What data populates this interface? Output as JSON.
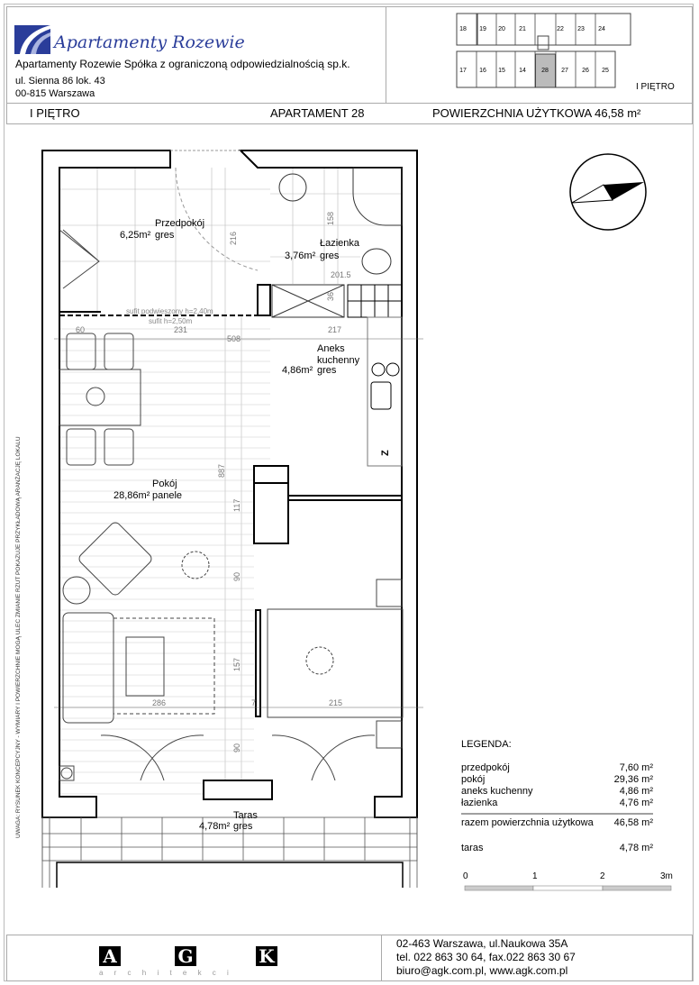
{
  "header": {
    "logo_text": "Apartamenty Rozewie",
    "company": "Apartamenty Rozewie Spółka z ograniczoną odpowiedzialnością sp.k.",
    "address_line1": "ul. Sienna 86 lok. 43",
    "address_line2": "00-815 Warszawa",
    "key_plan": {
      "floor_label": "I PIĘTRO",
      "top_units": [
        "18",
        "19",
        "20",
        "21",
        "22",
        "23",
        "24"
      ],
      "bottom_units": [
        "17",
        "16",
        "15",
        "14",
        "28",
        "27",
        "26",
        "25"
      ],
      "highlighted_unit": "28"
    }
  },
  "title_row": {
    "floor": "I PIĘTRO",
    "apartment": "APARTAMENT 28",
    "area": "POWIERZCHNIA UŻYTKOWA 46,58 m²"
  },
  "plan": {
    "rooms": [
      {
        "name": "Przedpokój",
        "area": "6,25m²",
        "floor": "gres"
      },
      {
        "name": "Łazienka",
        "area": "3,76m²",
        "floor": "gres"
      },
      {
        "name": "Aneks kuchenny",
        "name_line1": "Aneks",
        "name_line2": "kuchenny",
        "area": "4,86m²",
        "floor": "gres"
      },
      {
        "name": "Pokój",
        "area": "28,86m²",
        "floor": "panele"
      },
      {
        "name": "Taras",
        "area": "4,78m²",
        "floor": "gres"
      }
    ],
    "ceiling_notes": [
      "sufit podwieszony h=2,40m",
      "sufit h=2,50m"
    ],
    "dimensions": [
      "60",
      "231",
      "508",
      "217",
      "216",
      "158",
      "201.5",
      "36",
      "887",
      "117",
      "90",
      "157",
      "286",
      "7",
      "215",
      "90"
    ],
    "fridge_mark": "Z",
    "side_note": "UWAGA: RYSUNEK KONCEPCYJNY - WYMIARY I POWIERZCHNIE MOGĄ ULEC ZMIANIE  RZUT POKAZUJE PRZYKŁADOWĄ ARANŻACJĘ LOKALU"
  },
  "legend": {
    "title": "LEGENDA:",
    "items": [
      {
        "label": "przedpokój",
        "value": "7,60 m²"
      },
      {
        "label": "pokój",
        "value": "29,36 m²"
      },
      {
        "label": "aneks kuchenny",
        "value": "4,86 m²"
      },
      {
        "label": "łazienka",
        "value": "4,76 m²"
      }
    ],
    "total": {
      "label": "razem powierzchnia użytkowa",
      "value": "46,58 m²"
    },
    "terrace": {
      "label": "taras",
      "value": "4,78 m²"
    },
    "scale": [
      "0",
      "1",
      "2",
      "3m"
    ]
  },
  "footer": {
    "logo_letters": [
      "A",
      "G",
      "K"
    ],
    "logo_sub": "a r c h i t e k c i",
    "address": "02-463 Warszawa, ul.Naukowa 35A",
    "phone": "tel. 022 863 30 64, fax.022 863 30 67",
    "contact": "biuro@agk.com.pl, www.agk.com.pl"
  }
}
